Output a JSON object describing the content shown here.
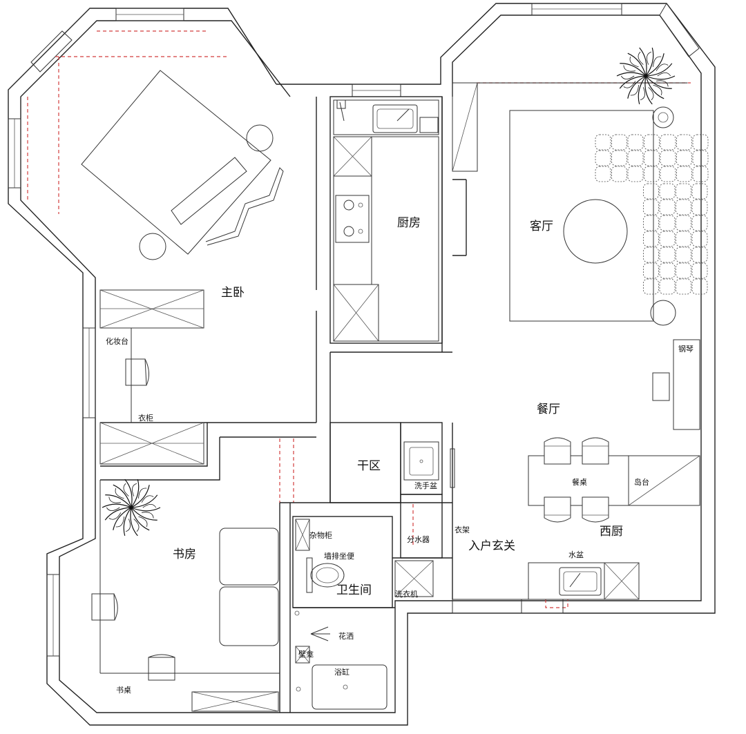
{
  "rooms": {
    "master_bedroom": "主卧",
    "kitchen": "厨房",
    "living_room": "客厅",
    "dining_room": "餐厅",
    "dry_area": "干区",
    "study": "书房",
    "bathroom": "卫生间",
    "entrance": "入户玄关",
    "western_kitchen": "西厨"
  },
  "fixtures": {
    "vanity": "化妆台",
    "wardrobe": "衣柜",
    "piano": "钢琴",
    "dining_table": "餐桌",
    "island": "岛台",
    "wash_basin": "洗手盆",
    "water_separator": "分水器",
    "coat_rack": "衣架",
    "storage_cabinet": "杂物柜",
    "wall_toilet": "墙排坐便",
    "washing_machine": "洗衣机",
    "shower": "花洒",
    "niche": "壁龛",
    "bathtub": "浴缸",
    "desk": "书桌",
    "sink": "水盆"
  },
  "colors": {
    "wall": "#222222",
    "marker": "#d23c3c"
  }
}
